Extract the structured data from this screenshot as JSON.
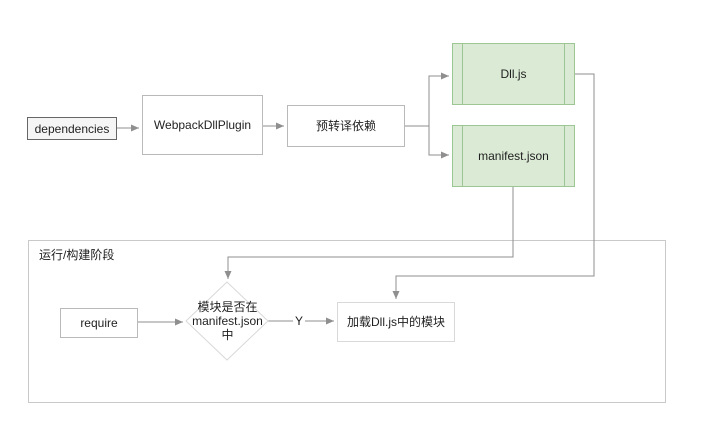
{
  "nodes": {
    "dependencies": "dependencies",
    "webpack_dll_plugin": "WebpackDllPlugin",
    "pre_transpile": "预转译依赖",
    "dll_js": "Dll.js",
    "manifest_json": "manifest.json",
    "phase_label": "运行/构建阶段",
    "require": "require",
    "decision": "模块是否在\nmanifest.json\n中",
    "load_dll": "加载Dll.js中的模块",
    "branch_yes": "Y"
  },
  "colors": {
    "green_fill": "#dbead5",
    "green_border": "#9cc795",
    "dark_border": "#666666",
    "medium_border": "#b9b9b9",
    "light_border": "#d9d9d9",
    "connector": "#8f8f8f",
    "background": "#ffffff"
  }
}
